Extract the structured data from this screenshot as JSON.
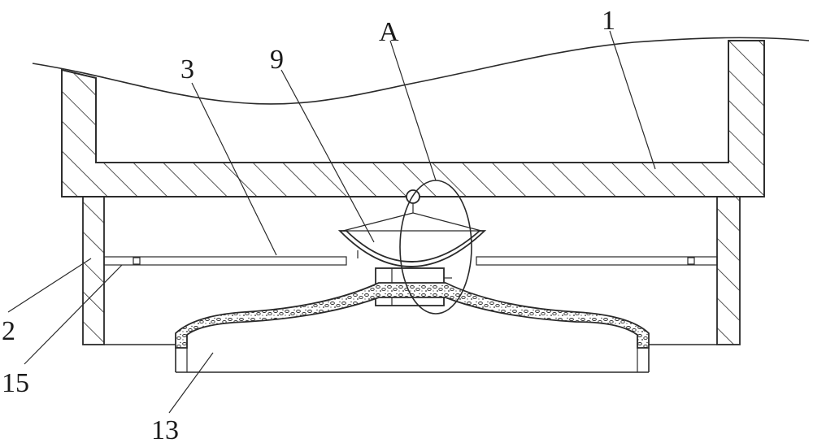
{
  "labels": {
    "part_1": "1",
    "part_2": "2",
    "part_3": "3",
    "part_9": "9",
    "part_13": "13",
    "part_15": "15",
    "detail_A": "A"
  },
  "colors": {
    "line": "#2a2a2a",
    "background": "#ffffff"
  }
}
